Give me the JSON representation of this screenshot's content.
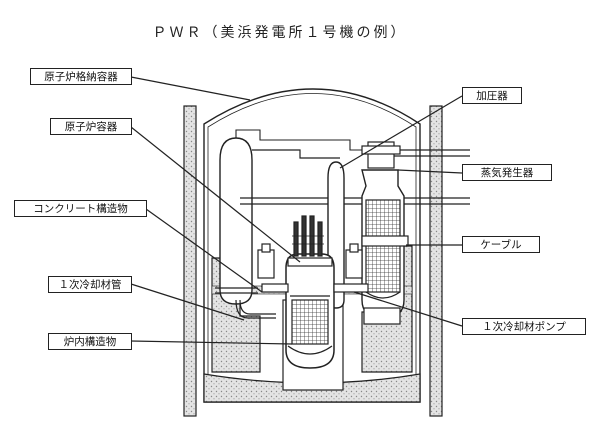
{
  "title": "ＰＷＲ（美浜発電所１号機の例）",
  "labels": {
    "containment_vessel": "原子炉格納容器",
    "reactor_vessel": "原子炉容器",
    "concrete_structure": "コンクリート構造物",
    "primary_coolant_pipe": "１次冷却材管",
    "internals": "炉内構造物",
    "pressurizer": "加圧器",
    "steam_generator": "蒸気発生器",
    "cable": "ケーブル",
    "coolant_pump": "１次冷却材ポンプ"
  },
  "colors": {
    "line": "#222222",
    "wall": "#d9d9d9",
    "background": "#ffffff"
  }
}
